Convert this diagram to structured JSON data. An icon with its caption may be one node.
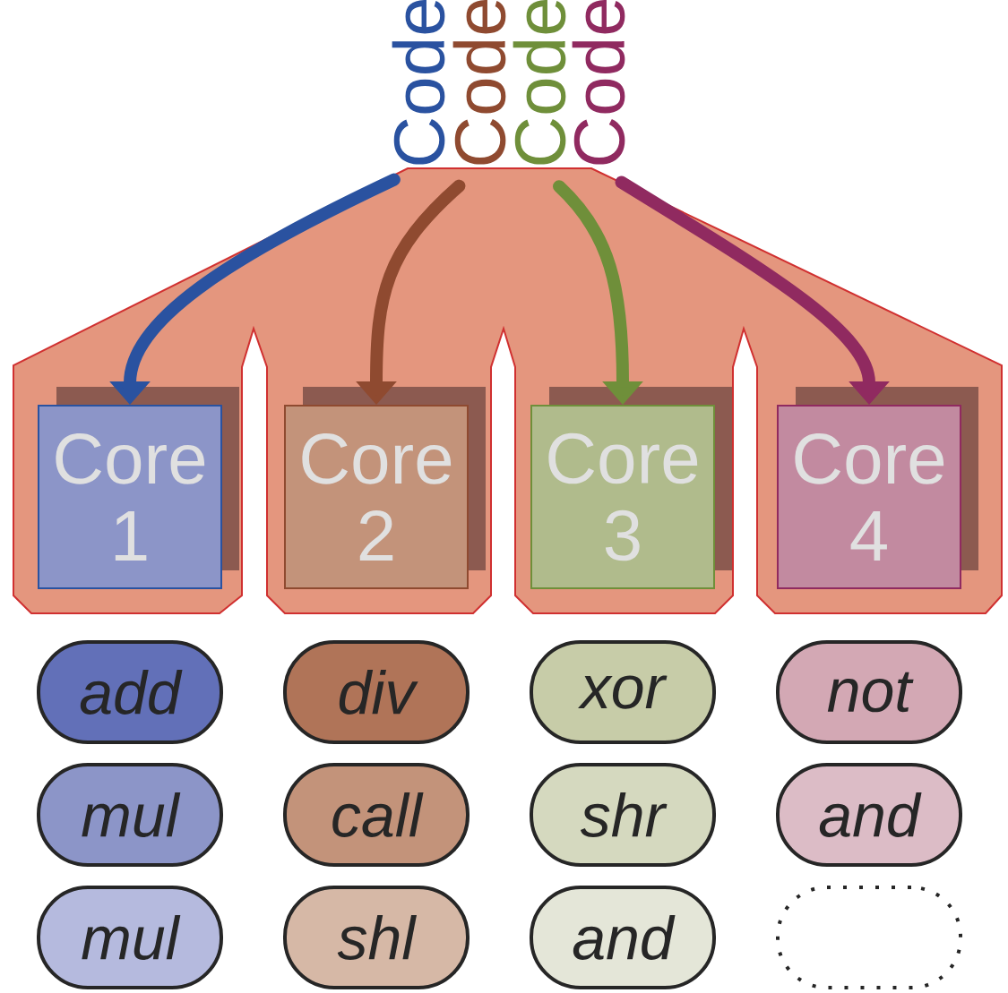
{
  "diagram": {
    "nodes": [
      {
        "text": [
          "Code"
        ]
      },
      {
        "text": [
          "Code"
        ]
      },
      {
        "text": [
          "Code"
        ]
      },
      {
        "text": [
          "Code"
        ]
      },
      {
        "text": [
          "Core 1"
        ]
      },
      {
        "text": [
          "Core 2"
        ]
      },
      {
        "text": [
          "Core 3"
        ]
      },
      {
        "text": [
          "Core 4"
        ]
      },
      {
        "text": [
          "add"
        ]
      },
      {
        "text": [
          "div"
        ]
      },
      {
        "text": [
          "xor"
        ]
      },
      {
        "text": [
          "not"
        ]
      },
      {
        "text": [
          "mul"
        ]
      },
      {
        "text": [
          "call"
        ]
      },
      {
        "text": [
          "shr"
        ]
      },
      {
        "text": [
          "and"
        ]
      },
      {
        "text": [
          "mul"
        ]
      },
      {
        "text": [
          "shl"
        ]
      },
      {
        "text": [
          "and"
        ]
      },
      {
        "text": [],
        "shape": "oval"
      }
    ],
    "edges": [
      {
        "from": 0,
        "to": 4,
        "arrow": "to",
        "color": "#2a52a0"
      },
      {
        "from": 1,
        "to": 5,
        "arrow": "to",
        "color": "#8f4a30"
      },
      {
        "from": 2,
        "to": 6,
        "arrow": "to",
        "color": "#6f8f3a"
      },
      {
        "from": 3,
        "to": 7,
        "arrow": "to",
        "color": "#902a60"
      }
    ]
  }
}
